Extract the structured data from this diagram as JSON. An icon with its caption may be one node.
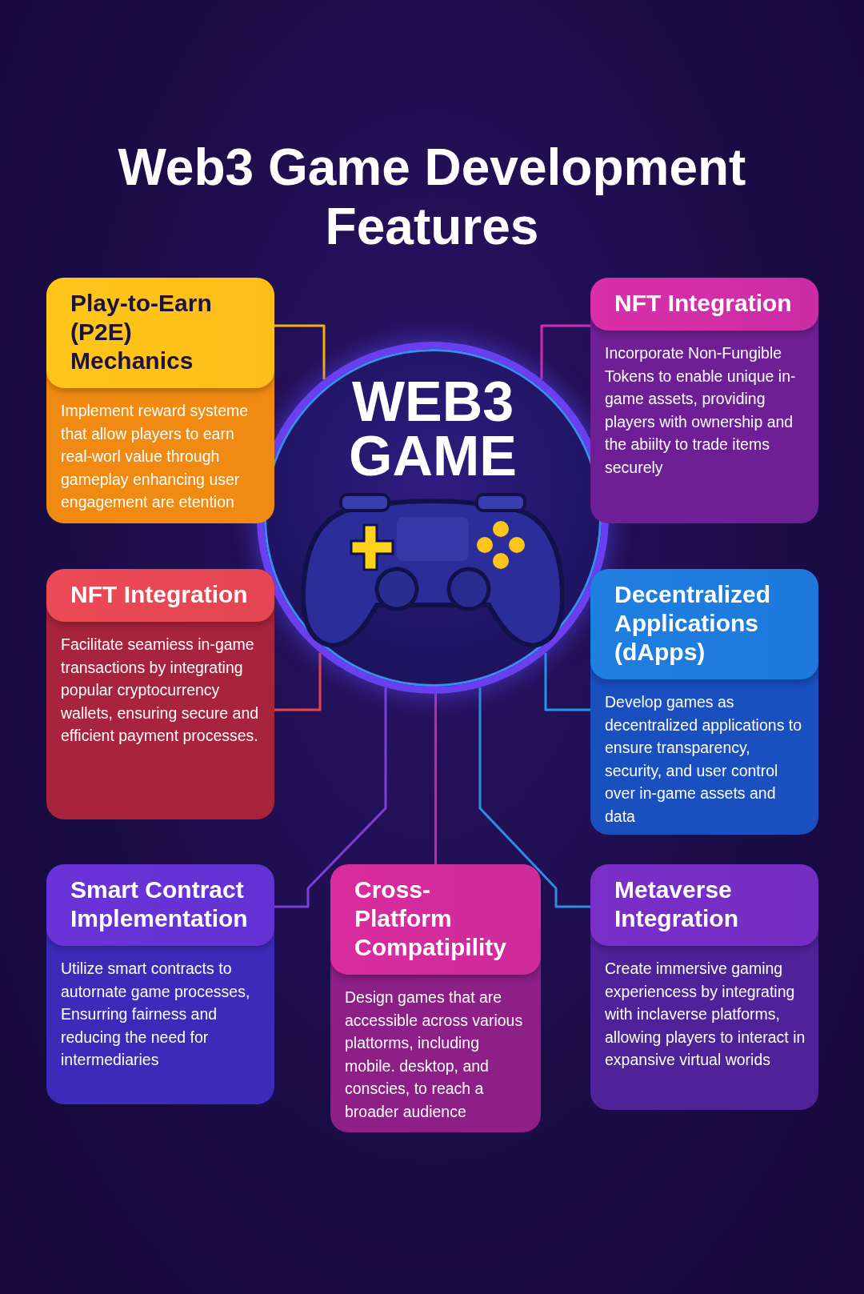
{
  "diagram": {
    "title": "Web3 Game Development Features",
    "nodes": [
      {
        "text": [
          "WEB3 GAME"
        ]
      },
      {
        "text": [
          "Play-to-Earn (P2E) Mechanics",
          "Implement reward systeme that allow players to earn real-worl value through gameplay enhancing user engagement are etention"
        ]
      },
      {
        "text": [
          "NFT Integration",
          "Incorporate Non-Fungible Tokens to enable unique in-game assets, providing players with ownership and the abiilty to trade items securely"
        ]
      },
      {
        "text": [
          "NFT Integration",
          "Facilitate seamiess in-game transactions by integrating popular cryptocurrency wallets, ensuring secure and efficient payment processes."
        ]
      },
      {
        "text": [
          "Decentralized Applications (dApps)",
          "Develop games as decentralized applications to ensure transparency, security, and user control over in-game assets and data"
        ]
      },
      {
        "text": [
          "Smart Contract Implementation",
          "Utilize smart contracts to autornate game processes, Ensurring fairness and reducing the need for intermediaries"
        ]
      },
      {
        "text": [
          "Cross-Platform Compatipility",
          "Design games that are accessible across various plattorms, including mobile. desktop, and conscies, to reach a broader audience"
        ]
      },
      {
        "text": [
          "Metaverse Integration",
          "Create immersive gaming experiencess by integrating with inclaverse platforms, allowing players to interact in expansive virtual worids"
        ]
      }
    ],
    "edges": [
      {
        "from": 0,
        "to": 1,
        "arrow": "none",
        "color": "#f5b400"
      },
      {
        "from": 0,
        "to": 2,
        "arrow": "none",
        "color": "#d42ab0"
      },
      {
        "from": 0,
        "to": 3,
        "arrow": "none",
        "color": "#e8434a"
      },
      {
        "from": 0,
        "to": 4,
        "arrow": "none",
        "color": "#1a9ae8"
      },
      {
        "from": 0,
        "to": 5,
        "arrow": "none",
        "color": "#7b3fe0"
      },
      {
        "from": 0,
        "to": 6,
        "arrow": "none",
        "color": "#c02aa8"
      },
      {
        "from": 0,
        "to": 7,
        "arrow": "none",
        "color": "#2a8fe0"
      }
    ]
  }
}
